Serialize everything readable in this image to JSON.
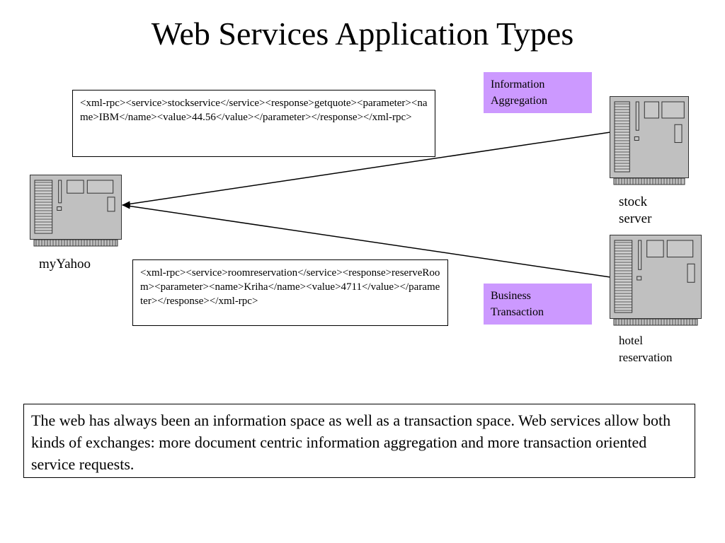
{
  "slide": {
    "title": "Web Services Application Types",
    "stock_request": "<xml-rpc><service>stockservice</service><response>getquote><parameter><name>IBM</name><value>44.56</value></parameter></response></xml-rpc>",
    "hotel_request": "<xml-rpc><service>roomreservation</service><response>reserveRoom><parameter><name>Kriha</name><value>4711</value></parameter></response></xml-rpc>",
    "tag_information": [
      "Information",
      "Aggregation"
    ],
    "tag_business": [
      "Business",
      "Transaction"
    ],
    "label_myyahoo": "myYahoo",
    "label_stock": [
      "stock",
      "server"
    ],
    "label_hotel": [
      "hotel",
      "reservation"
    ],
    "summary": "The web has always been an information space as well as a transaction space. Web services allow both kinds of exchanges: more document centric information aggregation and more transaction oriented service requests."
  },
  "colors": {
    "tag_background": "#cc99ff",
    "server_body": "#c0c0c0"
  },
  "icons": {
    "server": "server-computer-icon"
  }
}
